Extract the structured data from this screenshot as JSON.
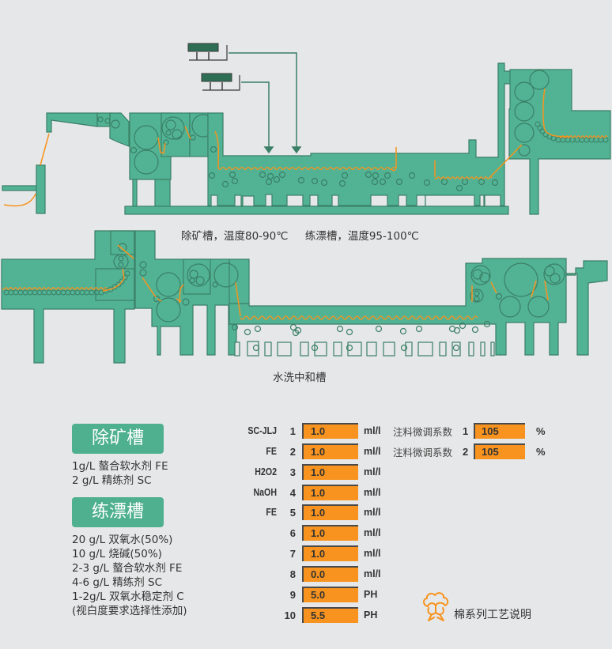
{
  "colors": {
    "background": "#e6e7e8",
    "machine_fill": "#52b394",
    "machine_stroke": "#3a7f66",
    "dosing_unit": "#2e6e55",
    "fabric_path": "#f7931e",
    "tag_bg": "#4fb08f",
    "value_box": "#f7931e"
  },
  "diagram": {
    "upper_caption": "除矿槽，温度80-90℃     练漂槽，温度95-100℃",
    "lower_caption": "水洗中和槽"
  },
  "recipes": [
    {
      "title": "除矿槽",
      "lines": [
        "1g/L  螯合软水剂 FE",
        "2 g/L  精练剂 SC"
      ]
    },
    {
      "title": "练漂槽",
      "lines": [
        "20 g/L  双氧水(50%)",
        "10 g/L  烧碱(50%)",
        "2-3 g/L  螯合软水剂 FE",
        "4-6 g/L  精练剂 SC",
        "1-2g/L  双氧水稳定剂 C",
        "(视白度要求选择性添加)"
      ]
    }
  ],
  "parameters": [
    {
      "name": "SC-JLJ",
      "index": "1",
      "value": "1.0",
      "unit": "ml/l"
    },
    {
      "name": "FE",
      "index": "2",
      "value": "1.0",
      "unit": "ml/l"
    },
    {
      "name": "H2O2",
      "index": "3",
      "value": "1.0",
      "unit": "ml/l"
    },
    {
      "name": "NaOH",
      "index": "4",
      "value": "1.0",
      "unit": "ml/l"
    },
    {
      "name": "FE",
      "index": "5",
      "value": "1.0",
      "unit": "ml/l"
    },
    {
      "name": "",
      "index": "6",
      "value": "1.0",
      "unit": "ml/l"
    },
    {
      "name": "",
      "index": "7",
      "value": "1.0",
      "unit": "ml/l"
    },
    {
      "name": "",
      "index": "8",
      "value": "0.0",
      "unit": "ml/l"
    },
    {
      "name": "",
      "index": "9",
      "value": "5.0",
      "unit": "PH"
    },
    {
      "name": "",
      "index": "10",
      "value": "5.5",
      "unit": "PH"
    }
  ],
  "adjustments": [
    {
      "label": "注料微调系数",
      "index": "1",
      "value": "105",
      "unit": "%"
    },
    {
      "label": "注料微调系数",
      "index": "2",
      "value": "105",
      "unit": "%"
    }
  ],
  "footer": {
    "icon": "cotton-flower-icon",
    "text": "棉系列工艺说明"
  }
}
